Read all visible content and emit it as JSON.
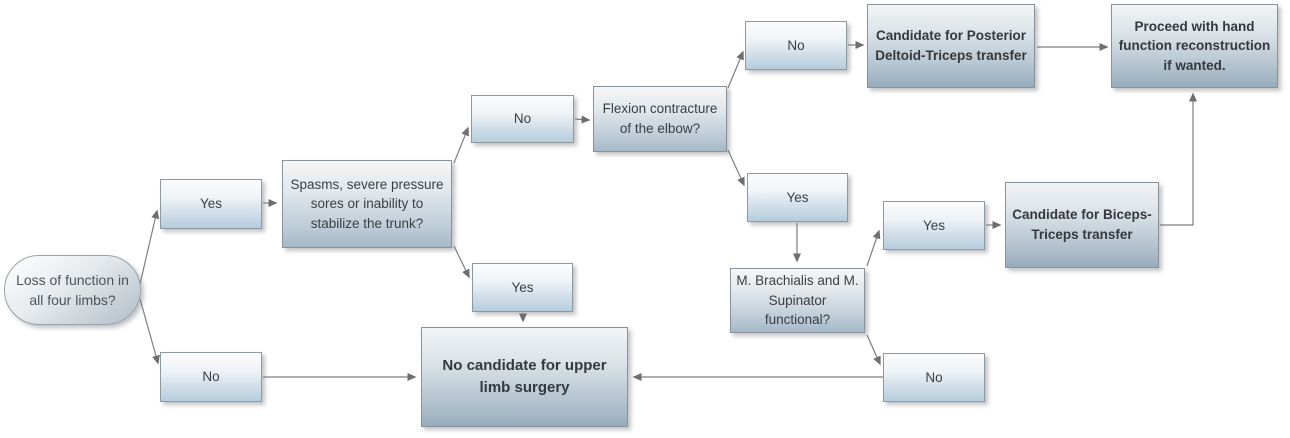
{
  "diagram": {
    "description": "Flowchart for upper limb surgery candidacy in loss of function of all four limbs",
    "colors": {
      "background": "#ffffff",
      "box_fill_top": "#fbfcfd",
      "box_fill_bottom": "#b6cdde",
      "decision_fill_bottom": "#a6b8c6",
      "outcome_fill_bottom": "#98acbc",
      "border": "#8e989f",
      "arrow": "#7d7d7d",
      "text": "#3b3f44"
    },
    "nodes": {
      "start": {
        "label": "Loss of function in all four limbs?",
        "shape": "terminator"
      },
      "yes_spasms": {
        "label": "Yes",
        "shape": "process"
      },
      "spasms_question": {
        "label": "Spasms, severe pressure sores or inability to stabilize the trunk?",
        "shape": "process"
      },
      "no_flexion": {
        "label": "No",
        "shape": "process"
      },
      "flexion_question": {
        "label": "Flexion contracture of the elbow?",
        "shape": "process"
      },
      "no_posterior": {
        "label": "No",
        "shape": "process"
      },
      "posterior_outcome": {
        "label": "Candidate for Posterior Deltoid-Triceps transfer",
        "shape": "process"
      },
      "proceed_outcome": {
        "label": "Proceed with hand function reconstruction if wanted.",
        "shape": "process"
      },
      "yes_brachialis": {
        "label": "Yes",
        "shape": "process"
      },
      "brachialis_question": {
        "label": "M. Brachialis and M. Supinator functional?",
        "shape": "process"
      },
      "yes_biceps": {
        "label": "Yes",
        "shape": "process"
      },
      "biceps_outcome": {
        "label": "Candidate for Biceps-Triceps transfer",
        "shape": "process"
      },
      "yes_no_candidate": {
        "label": "Yes",
        "shape": "process"
      },
      "no_candidate_outcome": {
        "label": "No candidate for upper limb surgery",
        "shape": "process"
      },
      "no_left": {
        "label": "No",
        "shape": "process"
      },
      "no_right": {
        "label": "No",
        "shape": "process"
      }
    }
  }
}
